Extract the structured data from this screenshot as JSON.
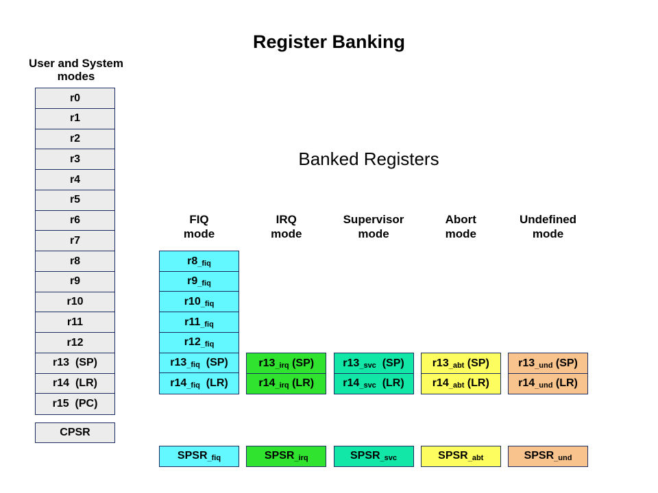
{
  "title": "Register Banking",
  "subtitle": "Banked Registers",
  "left_panel": {
    "header_line1": "User and System",
    "header_line2": "modes",
    "registers": [
      "r0",
      "r1",
      "r2",
      "r3",
      "r4",
      "r5",
      "r6",
      "r7",
      "r8",
      "r9",
      "r10",
      "r11",
      "r12",
      "r13  (SP)",
      "r14  (LR)",
      "r15  (PC)"
    ],
    "cpsr": "CPSR"
  },
  "colors": {
    "fiq": "#63F8FF",
    "irq": "#2FE32F",
    "svc": "#13E7A7",
    "abt": "#FDFD60",
    "und": "#F8C38D",
    "user_fill": "#ECECEC",
    "border": "#1A2B5F"
  },
  "modes": [
    {
      "id": "fiq",
      "header_line1": "FIQ",
      "header_line2": "mode",
      "registers": [
        {
          "name": "r8",
          "sub": "_fiq"
        },
        {
          "name": "r9",
          "sub": "_fiq"
        },
        {
          "name": "r10",
          "sub": "_fiq"
        },
        {
          "name": "r11",
          "sub": "_fiq"
        },
        {
          "name": "r12",
          "sub": "_fiq"
        },
        {
          "name": "r13",
          "sub": "_fiq",
          "tag": "  (SP)"
        },
        {
          "name": "r14",
          "sub": "_fiq",
          "tag": "  (LR)"
        }
      ],
      "spsr": {
        "name": "SPSR",
        "sub": "_fiq"
      }
    },
    {
      "id": "irq",
      "header_line1": "IRQ",
      "header_line2": "mode",
      "registers": [
        {
          "name": "r13",
          "sub": "_irq",
          "tag": " (SP)"
        },
        {
          "name": "r14",
          "sub": "_irq",
          "tag": " (LR)"
        }
      ],
      "spsr": {
        "name": "SPSR",
        "sub": "_irq"
      }
    },
    {
      "id": "svc",
      "header_line1": "Supervisor",
      "header_line2": "mode",
      "registers": [
        {
          "name": "r13",
          "sub": "_svc",
          "tag": "  (SP)"
        },
        {
          "name": "r14",
          "sub": "_svc",
          "tag": "  (LR)"
        }
      ],
      "spsr": {
        "name": "SPSR",
        "sub": "_svc"
      }
    },
    {
      "id": "abt",
      "header_line1": "Abort",
      "header_line2": "mode",
      "registers": [
        {
          "name": "r13",
          "sub": "_abt",
          "tag": " (SP)"
        },
        {
          "name": "r14",
          "sub": "_abt",
          "tag": " (LR)"
        }
      ],
      "spsr": {
        "name": "SPSR",
        "sub": "_abt"
      }
    },
    {
      "id": "und",
      "header_line1": "Undefined",
      "header_line2": "mode",
      "registers": [
        {
          "name": "r13",
          "sub": "_und",
          "tag": " (SP)"
        },
        {
          "name": "r14",
          "sub": "_und",
          "tag": " (LR)"
        }
      ],
      "spsr": {
        "name": "SPSR",
        "sub": "_und"
      }
    }
  ]
}
